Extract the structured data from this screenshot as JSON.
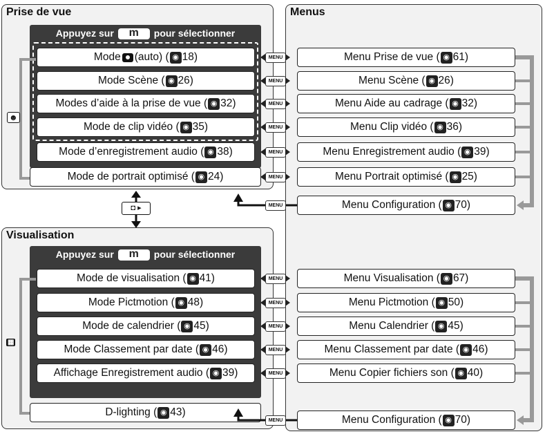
{
  "shooting": {
    "title": "Prise de vue",
    "header": {
      "before": "Appuyez sur",
      "button": "m",
      "after": "pour sélectionner"
    },
    "modes": [
      {
        "label": "Mode ",
        "icon": "camera-icon",
        "after": " (auto) (",
        "ref": "18)"
      },
      {
        "label": "Mode Scène (",
        "ref": "26)"
      },
      {
        "label": "Modes d’aide à la prise de vue (",
        "ref": "32)"
      },
      {
        "label": "Mode de clip vidéo (",
        "ref": "35)"
      },
      {
        "label": "Mode d’enregistrement audio (",
        "ref": "38)"
      },
      {
        "label": "Mode de portrait optimisé (",
        "ref": "24)"
      }
    ]
  },
  "menus": {
    "title": "Menus",
    "items": [
      {
        "label": "Menu Prise de vue (",
        "ref": "61)"
      },
      {
        "label": "Menu Scène (",
        "ref": "26)"
      },
      {
        "label": "Menu Aide au cadrage (",
        "ref": "32)"
      },
      {
        "label": "Menu Clip vidéo (",
        "ref": "36)"
      },
      {
        "label": "Menu Enregistrement audio (",
        "ref": "39)"
      },
      {
        "label": "Menu Portrait optimisé (",
        "ref": "25)"
      },
      {
        "label": "Menu Configuration (",
        "ref": "70)"
      }
    ],
    "playback_items": [
      {
        "label": "Menu Visualisation (",
        "ref": "67)"
      },
      {
        "label": "Menu Pictmotion (",
        "ref": "50)"
      },
      {
        "label": "Menu Calendrier (",
        "ref": "45)"
      },
      {
        "label": "Menu Classement par date (",
        "ref": "46)"
      },
      {
        "label": "Menu Copier fichiers son (",
        "ref": "40)"
      },
      {
        "label": "Menu Configuration (",
        "ref": "70)"
      }
    ]
  },
  "playback": {
    "title": "Visualisation",
    "header": {
      "before": "Appuyez sur",
      "button": "m",
      "after": "pour sélectionner"
    },
    "modes": [
      {
        "label": "Mode de visualisation (",
        "ref": "41)"
      },
      {
        "label": "Mode Pictmotion (",
        "ref": "48)"
      },
      {
        "label": "Mode de calendrier (",
        "ref": "45)"
      },
      {
        "label": "Mode Classement par date (",
        "ref": "46)"
      },
      {
        "label": "Affichage Enregistrement audio (",
        "ref": "39)"
      },
      {
        "label": "D-lighting (",
        "ref": "43)"
      }
    ]
  },
  "menu_button_label": "MENU",
  "toggle_icon_label": "◘ ▸"
}
